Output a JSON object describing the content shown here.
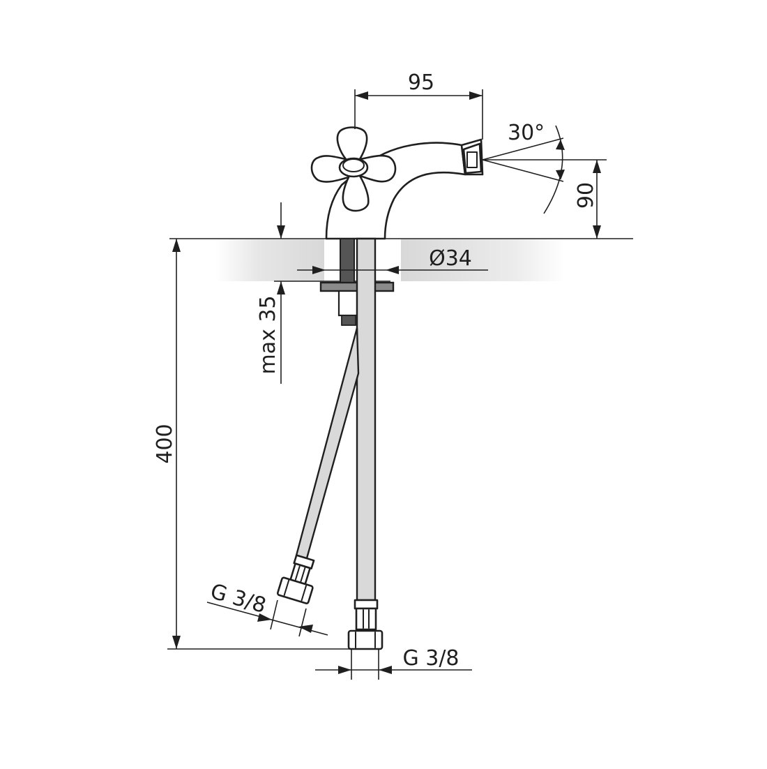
{
  "diagram": {
    "type": "technical-dimension-drawing",
    "subject": "bidet faucet with cross handle",
    "units": "mm",
    "colors": {
      "line": "#1f1f1f",
      "hose_fill": "#d9d9d9",
      "countertop_shade": "#dcdcdc",
      "background": "#ffffff"
    },
    "dimensions": {
      "spout_reach": "95",
      "spray_angle": "30°",
      "spout_height": "90",
      "hole_diameter": "Ø34",
      "max_deck_thickness": "max 35",
      "hose_length": "400",
      "hose_connector_left": "G 3/8",
      "hose_connector_right": "G 3/8"
    }
  }
}
